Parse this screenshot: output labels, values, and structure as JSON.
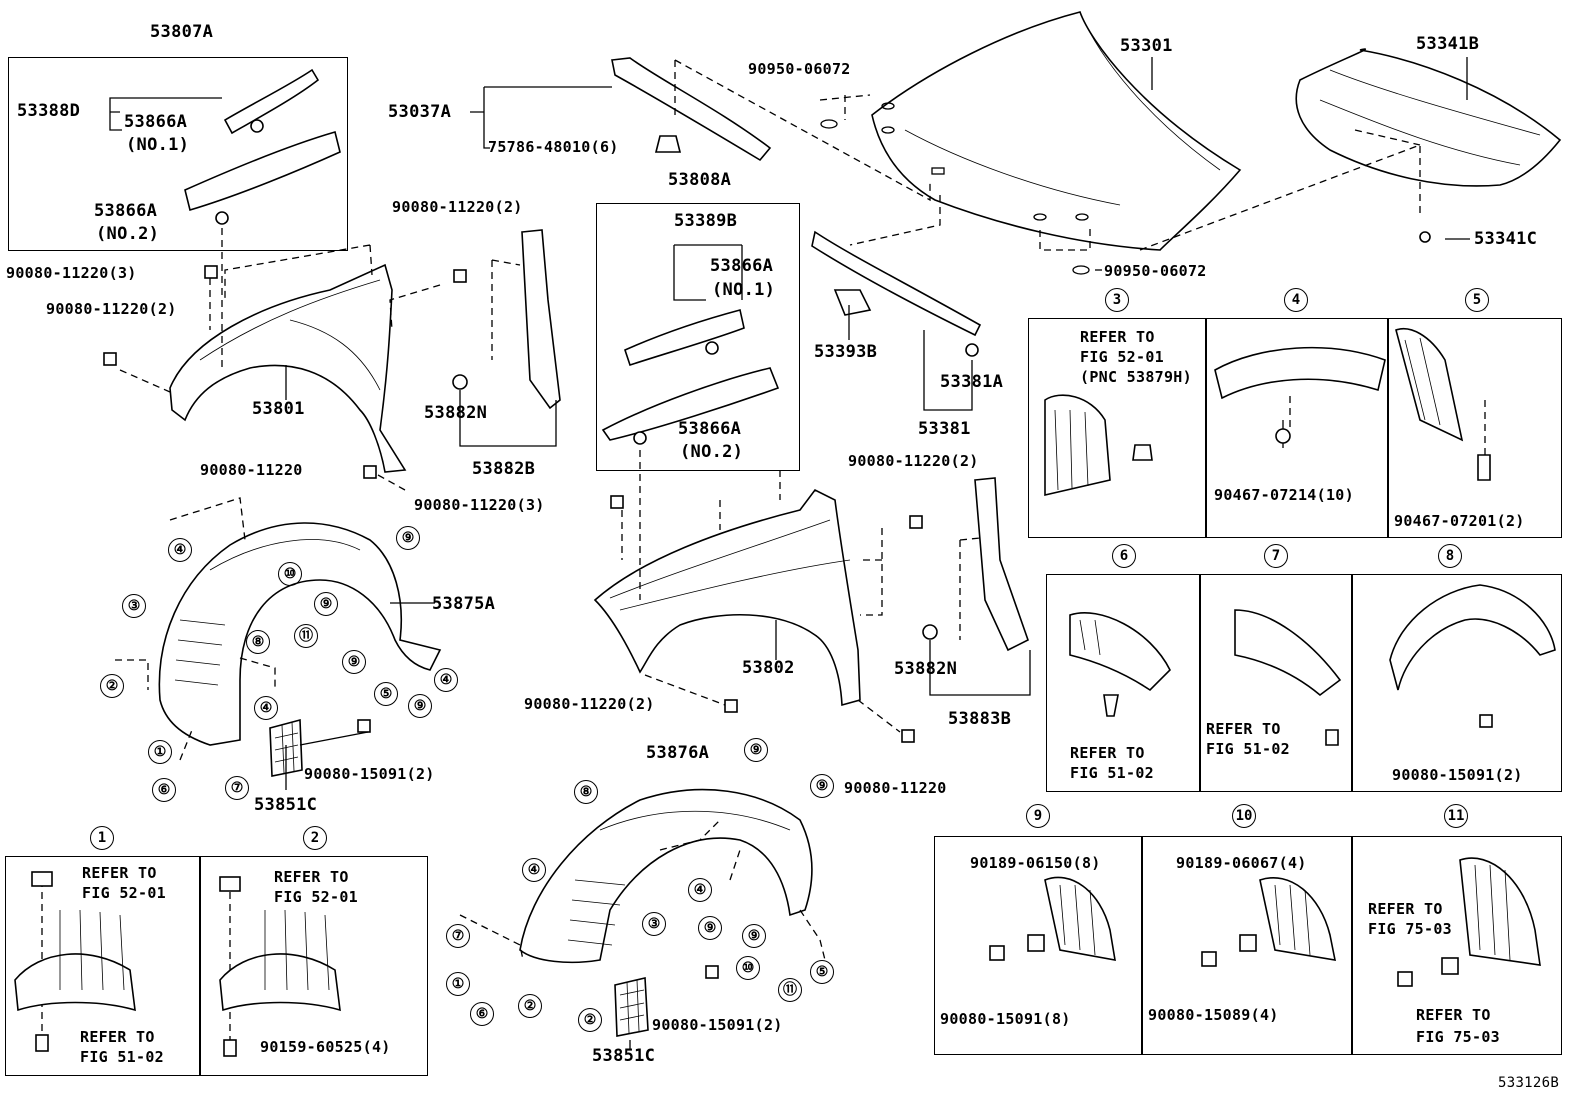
{
  "diagram_id": "533126B",
  "labels": {
    "p53807A": "53807A",
    "p53388D": "53388D",
    "p53866A_no1_a": "53866A",
    "no1_a": "(NO.1)",
    "p53866A_no2_a": "53866A",
    "no2_a": "(NO.2)",
    "p53037A": "53037A",
    "p75786": "75786-48010(6)",
    "p90950_top": "90950-06072",
    "p53301": "53301",
    "p53341B": "53341B",
    "p53341C": "53341C",
    "p90950_bot": "90950-06072",
    "p90080_2_a": "90080-11220(2)",
    "p90080_3_a": "90080-11220(3)",
    "p90080_2_b": "90080-11220(2)",
    "p53801": "53801",
    "p90080_c": "90080-11220",
    "p53882N_a": "53882N",
    "p53882B": "53882B",
    "p53808A": "53808A",
    "p53389B": "53389B",
    "p53866A_no1_b": "53866A",
    "no1_b": "(NO.1)",
    "p53866A_no2_b": "53866A",
    "no2_b": "(NO.2)",
    "p53393B": "53393B",
    "p53381A": "53381A",
    "p53381": "53381",
    "p90080_3_b": "90080-11220(3)",
    "p90080_2_c": "90080-11220(2)",
    "p53875A": "53875A",
    "p53802": "53802",
    "p53882N_b": "53882N",
    "p53883B": "53883B",
    "p90080_2_d": "90080-11220(2)",
    "p90080_e": "90080-11220",
    "p90080_15091_a": "90080-15091(2)",
    "p53851C_a": "53851C",
    "p53876A": "53876A",
    "p90080_15091_b": "90080-15091(2)",
    "p53851C_b": "53851C"
  },
  "callouts": {
    "c1": "①",
    "c2": "②",
    "c3": "③",
    "c4": "④",
    "c5": "⑤",
    "c6": "⑥",
    "c7": "⑦",
    "c8": "⑧",
    "c9": "⑨",
    "c10": "⑩",
    "c11": "⑪"
  },
  "inset3": {
    "num": "3",
    "t1": "REFER TO",
    "t2": "FIG 52-01",
    "t3": "(PNC 53879H)"
  },
  "inset4": {
    "num": "4",
    "part": "90467-07214(10)"
  },
  "inset5": {
    "num": "5",
    "part": "90467-07201(2)"
  },
  "inset6": {
    "num": "6",
    "t1": "REFER TO",
    "t2": "FIG 51-02"
  },
  "inset7": {
    "num": "7",
    "t1": "REFER TO",
    "t2": "FIG 51-02"
  },
  "inset8": {
    "num": "8",
    "part": "90080-15091(2)"
  },
  "inset9": {
    "num": "9",
    "p1": "90189-06150(8)",
    "p2": "90080-15091(8)"
  },
  "inset10": {
    "num": "10",
    "p1": "90189-06067(4)",
    "p2": "90080-15089(4)"
  },
  "inset11": {
    "num": "11",
    "t1": "REFER TO",
    "t2": "FIG 75-03",
    "t3": "REFER TO",
    "t4": "FIG 75-03"
  },
  "inset1": {
    "num": "1",
    "t1": "REFER TO",
    "t2": "FIG 52-01",
    "t3": "REFER TO",
    "t4": "FIG 51-02"
  },
  "inset2": {
    "num": "2",
    "t1": "REFER TO",
    "t2": "FIG 52-01",
    "part": "90159-60525(4)"
  }
}
